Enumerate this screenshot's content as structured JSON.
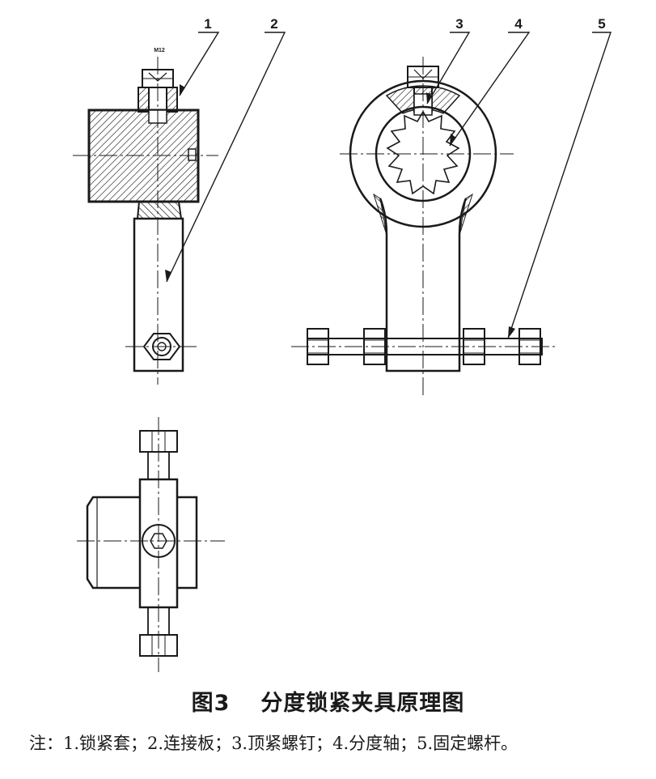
{
  "figure": {
    "number": "图3",
    "title": "分度锁紧夹具原理图",
    "note": "注：1.锁紧套；2.连接板；3.顶紧螺钉；4.分度轴；5.固定螺杆。"
  },
  "callouts": [
    "1",
    "2",
    "3",
    "4",
    "5"
  ],
  "thread_label": "M12",
  "colors": {
    "line": "#1a1a1a",
    "paper": "#ffffff"
  }
}
